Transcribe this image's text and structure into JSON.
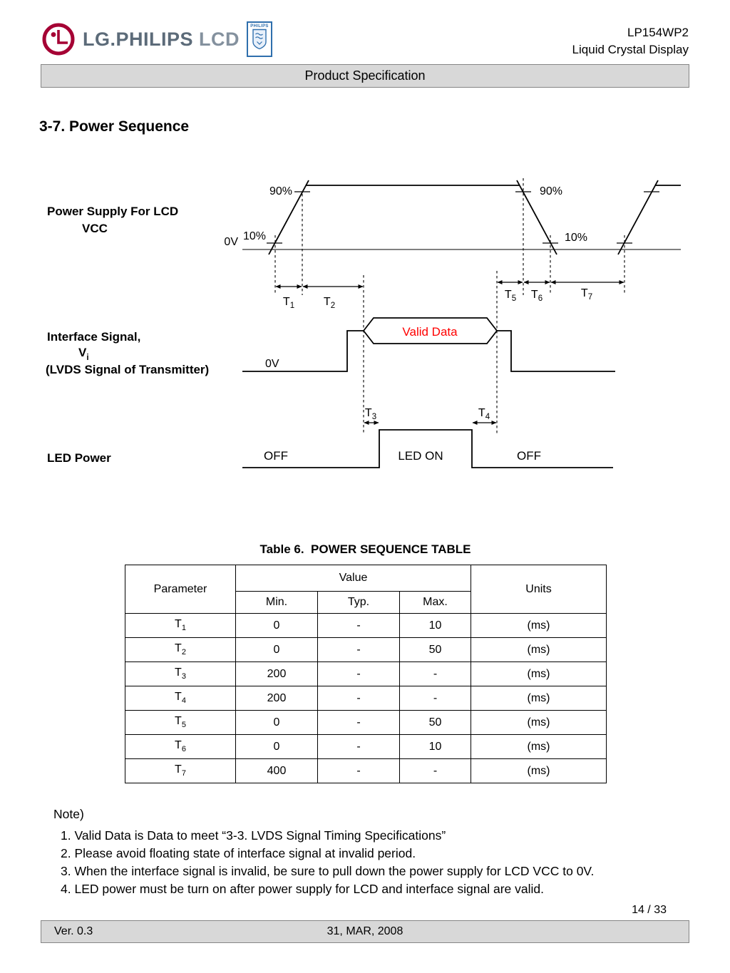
{
  "colors": {
    "logo_red": "#a50034",
    "philips_blue": "#2f6fad",
    "brand_gray": "#5c6b79",
    "banner_gray": "#d8d8d8",
    "valid_data_red": "#ff0000"
  },
  "header": {
    "brand_main": "LG.PHILIPS",
    "brand_sub": "LCD",
    "philips": "PHILIPS",
    "model": "LP154WP2",
    "product": "Liquid Crystal Display",
    "banner": "Product Specification"
  },
  "section_title": "3-7. Power Sequence",
  "diagram": {
    "supply_label": "Power Supply For LCD",
    "vcc_label": "VCC",
    "pct_90": "90%",
    "pct_10": "10%",
    "zero_v": "0V",
    "interface_label_1": "Interface Signal,",
    "interface_v_base": "V",
    "interface_v_sub": "i",
    "interface_label_2": "(LVDS Signal of Transmitter)",
    "valid_data": "Valid Data",
    "led_label": "LED Power",
    "off_left": "OFF",
    "led_on": "LED ON",
    "off_right": "OFF",
    "t_base": "T",
    "t_subs": {
      "t1": "1",
      "t2": "2",
      "t3": "3",
      "t4": "4",
      "t5": "5",
      "t6": "6",
      "t7": "7"
    }
  },
  "table": {
    "title": "Table 6.  POWER SEQUENCE TABLE",
    "header": {
      "parameter": "Parameter",
      "value": "Value",
      "units": "Units",
      "min": "Min.",
      "typ": "Typ.",
      "max": "Max."
    },
    "rows": [
      {
        "base": "T",
        "sub": "1",
        "min": "0",
        "typ": "-",
        "max": "10",
        "units": "(ms)"
      },
      {
        "base": "T",
        "sub": "2",
        "min": "0",
        "typ": "-",
        "max": "50",
        "units": "(ms)"
      },
      {
        "base": "T",
        "sub": "3",
        "min": "200",
        "typ": "-",
        "max": "-",
        "units": "(ms)"
      },
      {
        "base": "T",
        "sub": "4",
        "min": "200",
        "typ": "-",
        "max": "-",
        "units": "(ms)"
      },
      {
        "base": "T",
        "sub": "5",
        "min": "0",
        "typ": "-",
        "max": "50",
        "units": "(ms)"
      },
      {
        "base": "T",
        "sub": "6",
        "min": "0",
        "typ": "-",
        "max": "10",
        "units": "(ms)"
      },
      {
        "base": "T",
        "sub": "7",
        "min": "400",
        "typ": "-",
        "max": "-",
        "units": "(ms)"
      }
    ]
  },
  "notes": {
    "title": "Note)",
    "items": [
      "1. Valid Data is Data to meet “3-3. LVDS Signal Timing Specifications”",
      "2. Please avoid floating state of interface signal at invalid period.",
      "3. When the interface signal is invalid, be sure to pull down the power supply for LCD VCC to 0V.",
      "4. LED power must be turn on after power supply for LCD and interface signal are valid."
    ]
  },
  "footer": {
    "version": "Ver. 0.3",
    "date": "31, MAR, 2008",
    "page": "14 / 33"
  }
}
